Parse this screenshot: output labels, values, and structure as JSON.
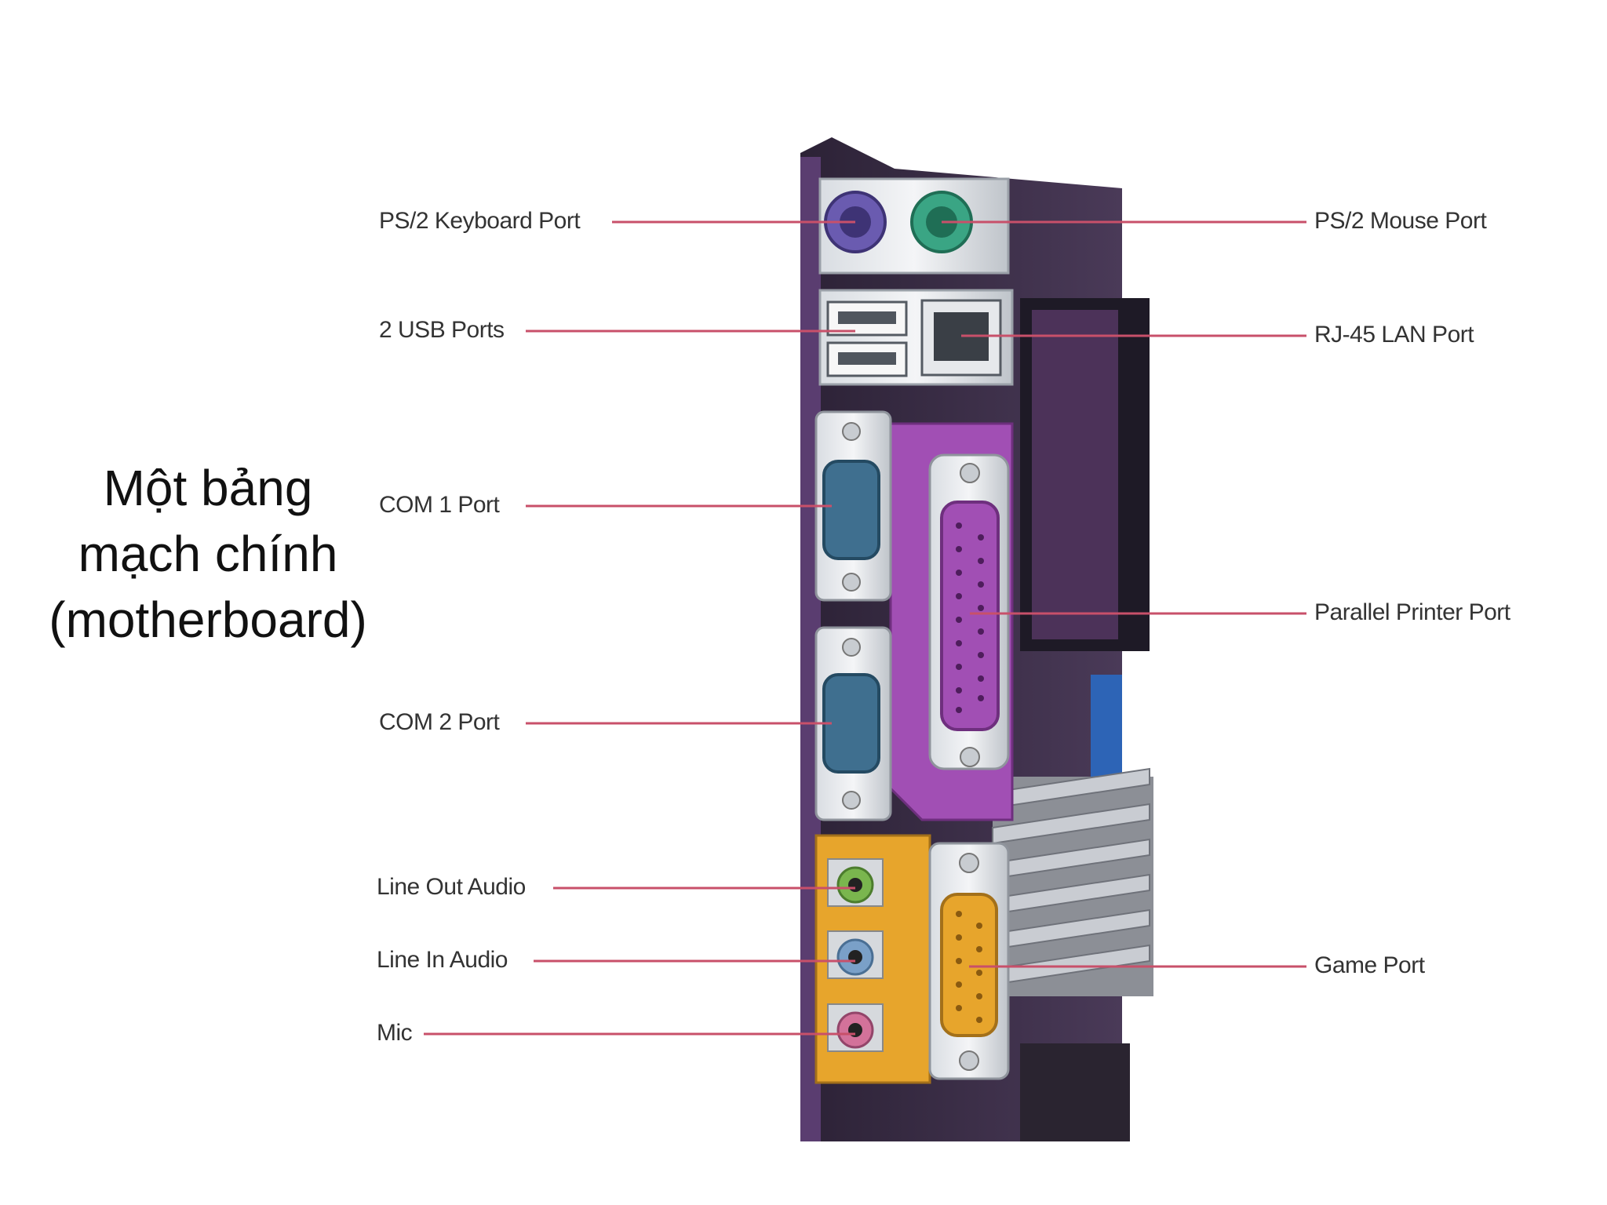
{
  "slide_title": {
    "line1": "Một bảng",
    "line2": "mạch chính",
    "line3": "(motherboard)"
  },
  "labels": {
    "ps2_keyboard": "PS/2 Keyboard Port",
    "usb_ports": "2 USB Ports",
    "com1": "COM 1 Port",
    "com2": "COM 2 Port",
    "line_out": "Line Out Audio",
    "line_in": "Line In Audio",
    "mic": "Mic",
    "ps2_mouse": "PS/2 Mouse Port",
    "rj45_lan": "RJ-45 LAN Port",
    "parallel_printer": "Parallel Printer Port",
    "game_port": "Game Port"
  },
  "colors": {
    "leader_line": "#c8506a",
    "keyboard_port": "#6a5bb0",
    "mouse_port": "#3aa584",
    "com_port": "#3f6f8f",
    "parallel_port": "#a14fb4",
    "game_port": "#e7a52c",
    "line_out_jack": "#7ab64e",
    "line_in_jack": "#7aa0c8",
    "mic_jack": "#d3729a",
    "board_purple": "#4a2a5c"
  }
}
